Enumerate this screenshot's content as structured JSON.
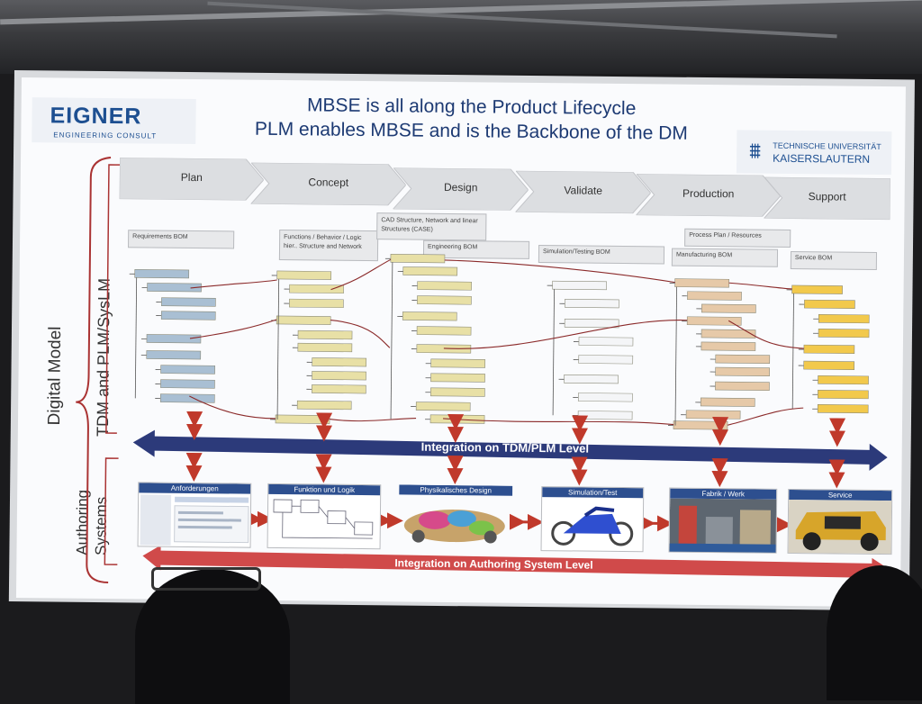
{
  "logo_left": {
    "name": "EIGNER",
    "sub": "ENGINEERING CONSULT"
  },
  "title": {
    "line1": "MBSE is all along the Product Lifecycle",
    "line2": "PLM enables MBSE and is the Backbone of the DM"
  },
  "logo_right": {
    "line1": "TECHNISCHE UNIVERSITÄT",
    "line2": "KAISERSLAUTERN"
  },
  "side_labels": {
    "digital_model": "Digital Model",
    "tdm": "TDM and PLM/SysLM",
    "authoring": "Authoring\nSystems",
    "authoring_line1": "Authoring",
    "authoring_line2": "Systems"
  },
  "phases": [
    "Plan",
    "Concept",
    "Design",
    "Validate",
    "Production",
    "Support"
  ],
  "bom_labels": {
    "requirements": "Requirements BOM",
    "functions": "Functions / Behavior / Logic hier.. Structure and Network",
    "cad": "CAD Structure, Network and linear Structures (CASE)",
    "engineering": "Engineering BOM",
    "simulation": "Simulation/Testing BOM",
    "process": "Process Plan / Resources",
    "manufacturing": "Manufacturing BOM",
    "service": "Service BOM"
  },
  "integration": {
    "tdm": "Integration on TDM/PLM Level",
    "authoring": "Integration on Authoring System Level"
  },
  "authoring_systems": [
    "Anforderungen",
    "Funktion und Logik",
    "Physikalisches Design",
    "Simulation/Test",
    "Fabrik / Werk",
    "Service"
  ],
  "colors": {
    "slide_title": "#1d3a73",
    "tdm_arrow": "#2c3a7a",
    "authoring_arrow": "#d04a4a",
    "vertical_arrow": "#c0392b",
    "connector": "#8b2a2a",
    "bom_blue": "#a9bfd3",
    "bom_yellow": "#e8e0a6",
    "bom_gold": "#f2c94c",
    "bom_tan": "#e6c9a8"
  }
}
